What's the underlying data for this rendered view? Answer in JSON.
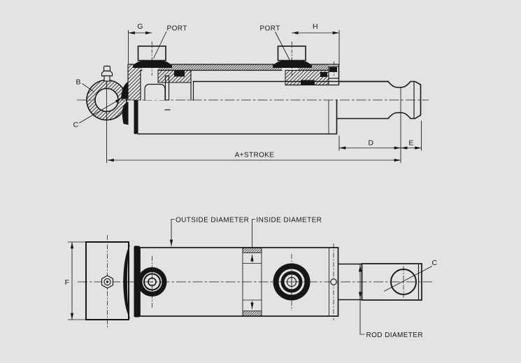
{
  "colors": {
    "background": "#e3e3e3",
    "line": "#161616"
  },
  "top_view": {
    "label_g": "G",
    "label_port_left": "PORT",
    "label_port_right": "PORT",
    "label_h": "H",
    "label_b": "B",
    "label_c": "C",
    "label_d": "D",
    "label_e": "E",
    "label_a_stroke": "A+STROKE"
  },
  "bottom_view": {
    "label_f": "F",
    "label_outside_diameter": "OUTSIDE DIAMETER",
    "label_inside_diameter": "INSIDE DIAMETER",
    "label_rod_diameter": "ROD DIAMETER",
    "label_c": "C"
  }
}
